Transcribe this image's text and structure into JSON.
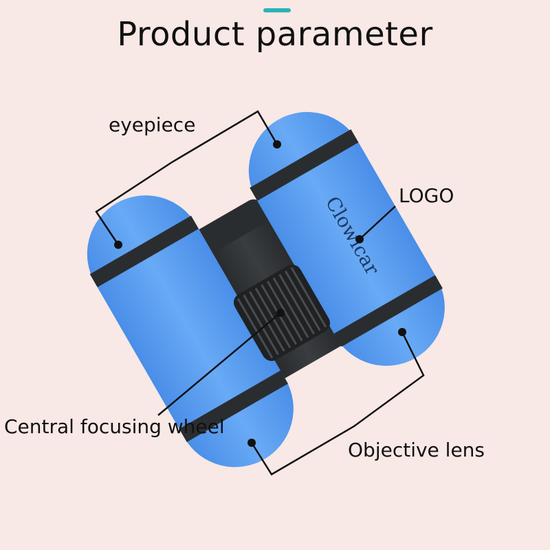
{
  "title": "Product parameter",
  "colors": {
    "background": "#f8e8e6",
    "accent": "#2bb3b8",
    "body_blue": "#5b9ef0",
    "rubber_black": "#2a2d30"
  },
  "product": {
    "logo_text": "Clowicar"
  },
  "labels": {
    "eyepiece": "eyepiece",
    "logo": "LOGO",
    "focusing_wheel": "Central focusing wheel",
    "objective_lens": "Objective lens"
  }
}
